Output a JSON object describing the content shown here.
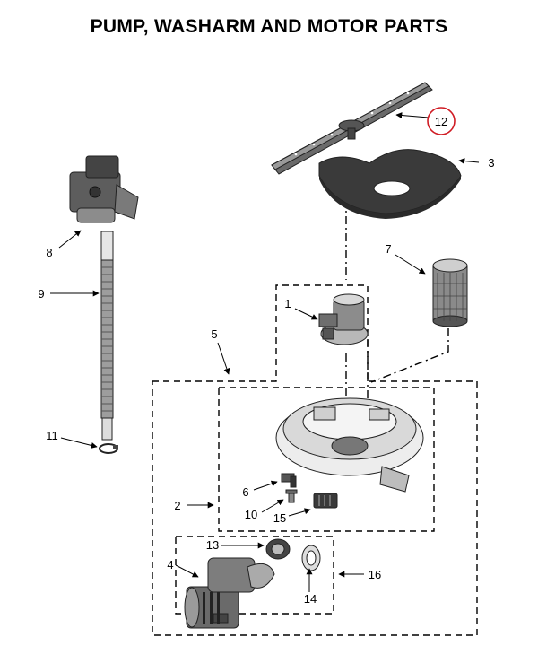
{
  "title": "PUMP, WASHARM AND MOTOR PARTS",
  "highlight_color": "#d01c24",
  "callouts": {
    "p1": "1",
    "p2": "2",
    "p3": "3",
    "p4": "4",
    "p5": "5",
    "p6": "6",
    "p7": "7",
    "p8": "8",
    "p9": "9",
    "p10": "10",
    "p11": "11",
    "p12": "12",
    "p13": "13",
    "p14": "14",
    "p15": "15",
    "p16": "16"
  }
}
